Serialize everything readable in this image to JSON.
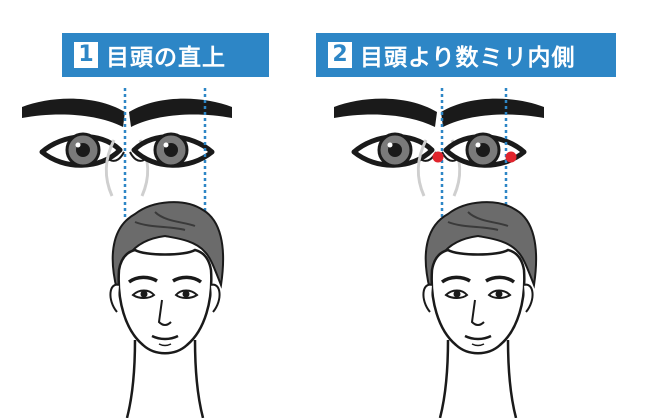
{
  "panels": [
    {
      "number": "1",
      "title": "目頭の直上"
    },
    {
      "number": "2",
      "title": "目頭より数ミリ内側"
    }
  ],
  "colors": {
    "badge_bg": "#2d86c6",
    "guide_line": "#2d86c6",
    "marker": "#e0242c",
    "ink": "#1a1a1a",
    "hair": "#6b6b6b"
  }
}
